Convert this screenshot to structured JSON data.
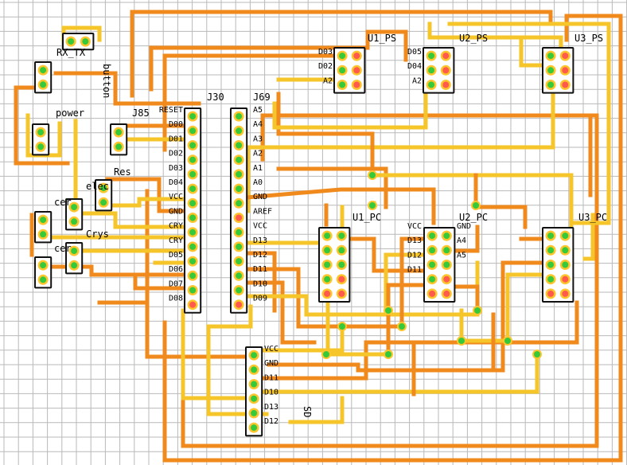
{
  "board": {
    "background": "#ffffff",
    "grid_color": "#b9b9b9",
    "trace_colors": {
      "orange": "#f08a1d",
      "yellow": "#f6c52a"
    },
    "pad_colors": {
      "green": "#36c93a",
      "red": "#ff5a4c",
      "ring": "#ffc52d",
      "header_body": "#ffffff",
      "header_border": "#111111"
    }
  },
  "labels": {
    "rx_tx": "RX_TX",
    "button": "button",
    "power": "power",
    "j85": "J85",
    "j30": "J30",
    "j69": "J69",
    "res": "Res",
    "cer1": "cer",
    "cer2": "cer",
    "elec": "elec",
    "crys": "Crys",
    "u1_ps": "U1_PS",
    "u2_ps": "U2_PS",
    "u3_ps": "U3_PS",
    "u1_pc": "U1_PC",
    "u2_pc": "U2_PC",
    "u3_pc": "U3_PC",
    "sd": "SD"
  },
  "j30_pins": [
    "RESET",
    "D00",
    "D01",
    "D02",
    "D03",
    "D04",
    "VCC",
    "GND",
    "CRY",
    "CRY",
    "D05",
    "D06",
    "D07",
    "D08"
  ],
  "j69_pins": [
    "A5",
    "A4",
    "A3",
    "A2",
    "A1",
    "A0",
    "GND",
    "AREF",
    "VCC",
    "D13",
    "D12",
    "D11",
    "D10",
    "D09"
  ],
  "u1_ps_pins": [
    "D03",
    "D02",
    "A2"
  ],
  "u2_ps_pins": [
    "D05",
    "D04",
    "A2"
  ],
  "u1_pc_pins": [
    "VCC",
    "D13",
    "D12",
    "D11"
  ],
  "u2_pc_pins": [
    "GND",
    "A4",
    "A5"
  ],
  "sd_pins": [
    "VCC",
    "GND",
    "D11",
    "D10",
    "D13",
    "D12"
  ]
}
